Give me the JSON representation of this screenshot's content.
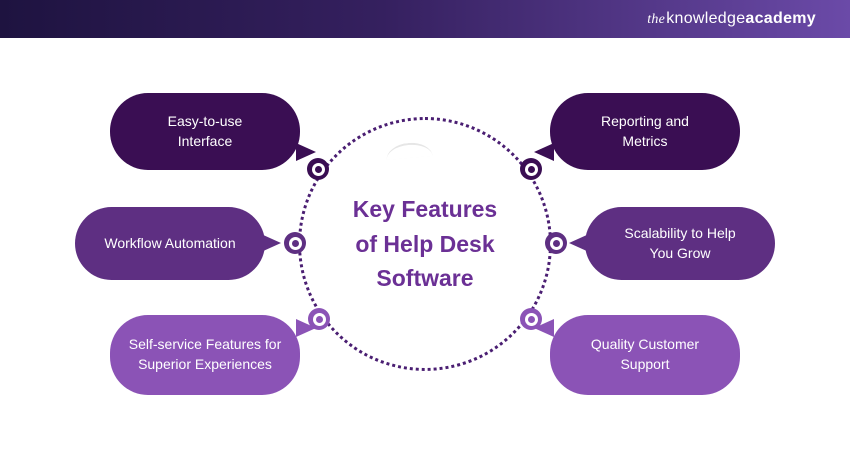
{
  "header": {
    "logo": {
      "the": "the",
      "knowledge": "knowledge",
      "academy": "academy"
    }
  },
  "title": "Key Features\nof Help Desk\nSoftware",
  "colors": {
    "dark_purple": "#3a0e53",
    "medium_purple": "#5e2f82",
    "light_purple": "#8b53b6",
    "title_text": "#6b3095",
    "dotted_circle": "#4a1e72",
    "header_gradient_left": "#1e1340",
    "header_gradient_right": "#6b4aa8",
    "bubble_text": "#ffffff"
  },
  "features": [
    {
      "label": "Easy-to-use\nInterface",
      "position": "top-left",
      "color": "#3a0e53"
    },
    {
      "label": "Workflow Automation",
      "position": "middle-left",
      "color": "#5e2f82"
    },
    {
      "label": "Self-service Features for\nSuperior Experiences",
      "position": "bottom-left",
      "color": "#8b53b6"
    },
    {
      "label": "Reporting and\nMetrics",
      "position": "top-right",
      "color": "#3a0e53"
    },
    {
      "label": "Scalability to Help\nYou Grow",
      "position": "middle-right",
      "color": "#5e2f82"
    },
    {
      "label": "Quality Customer\nSupport",
      "position": "bottom-right",
      "color": "#8b53b6"
    }
  ]
}
